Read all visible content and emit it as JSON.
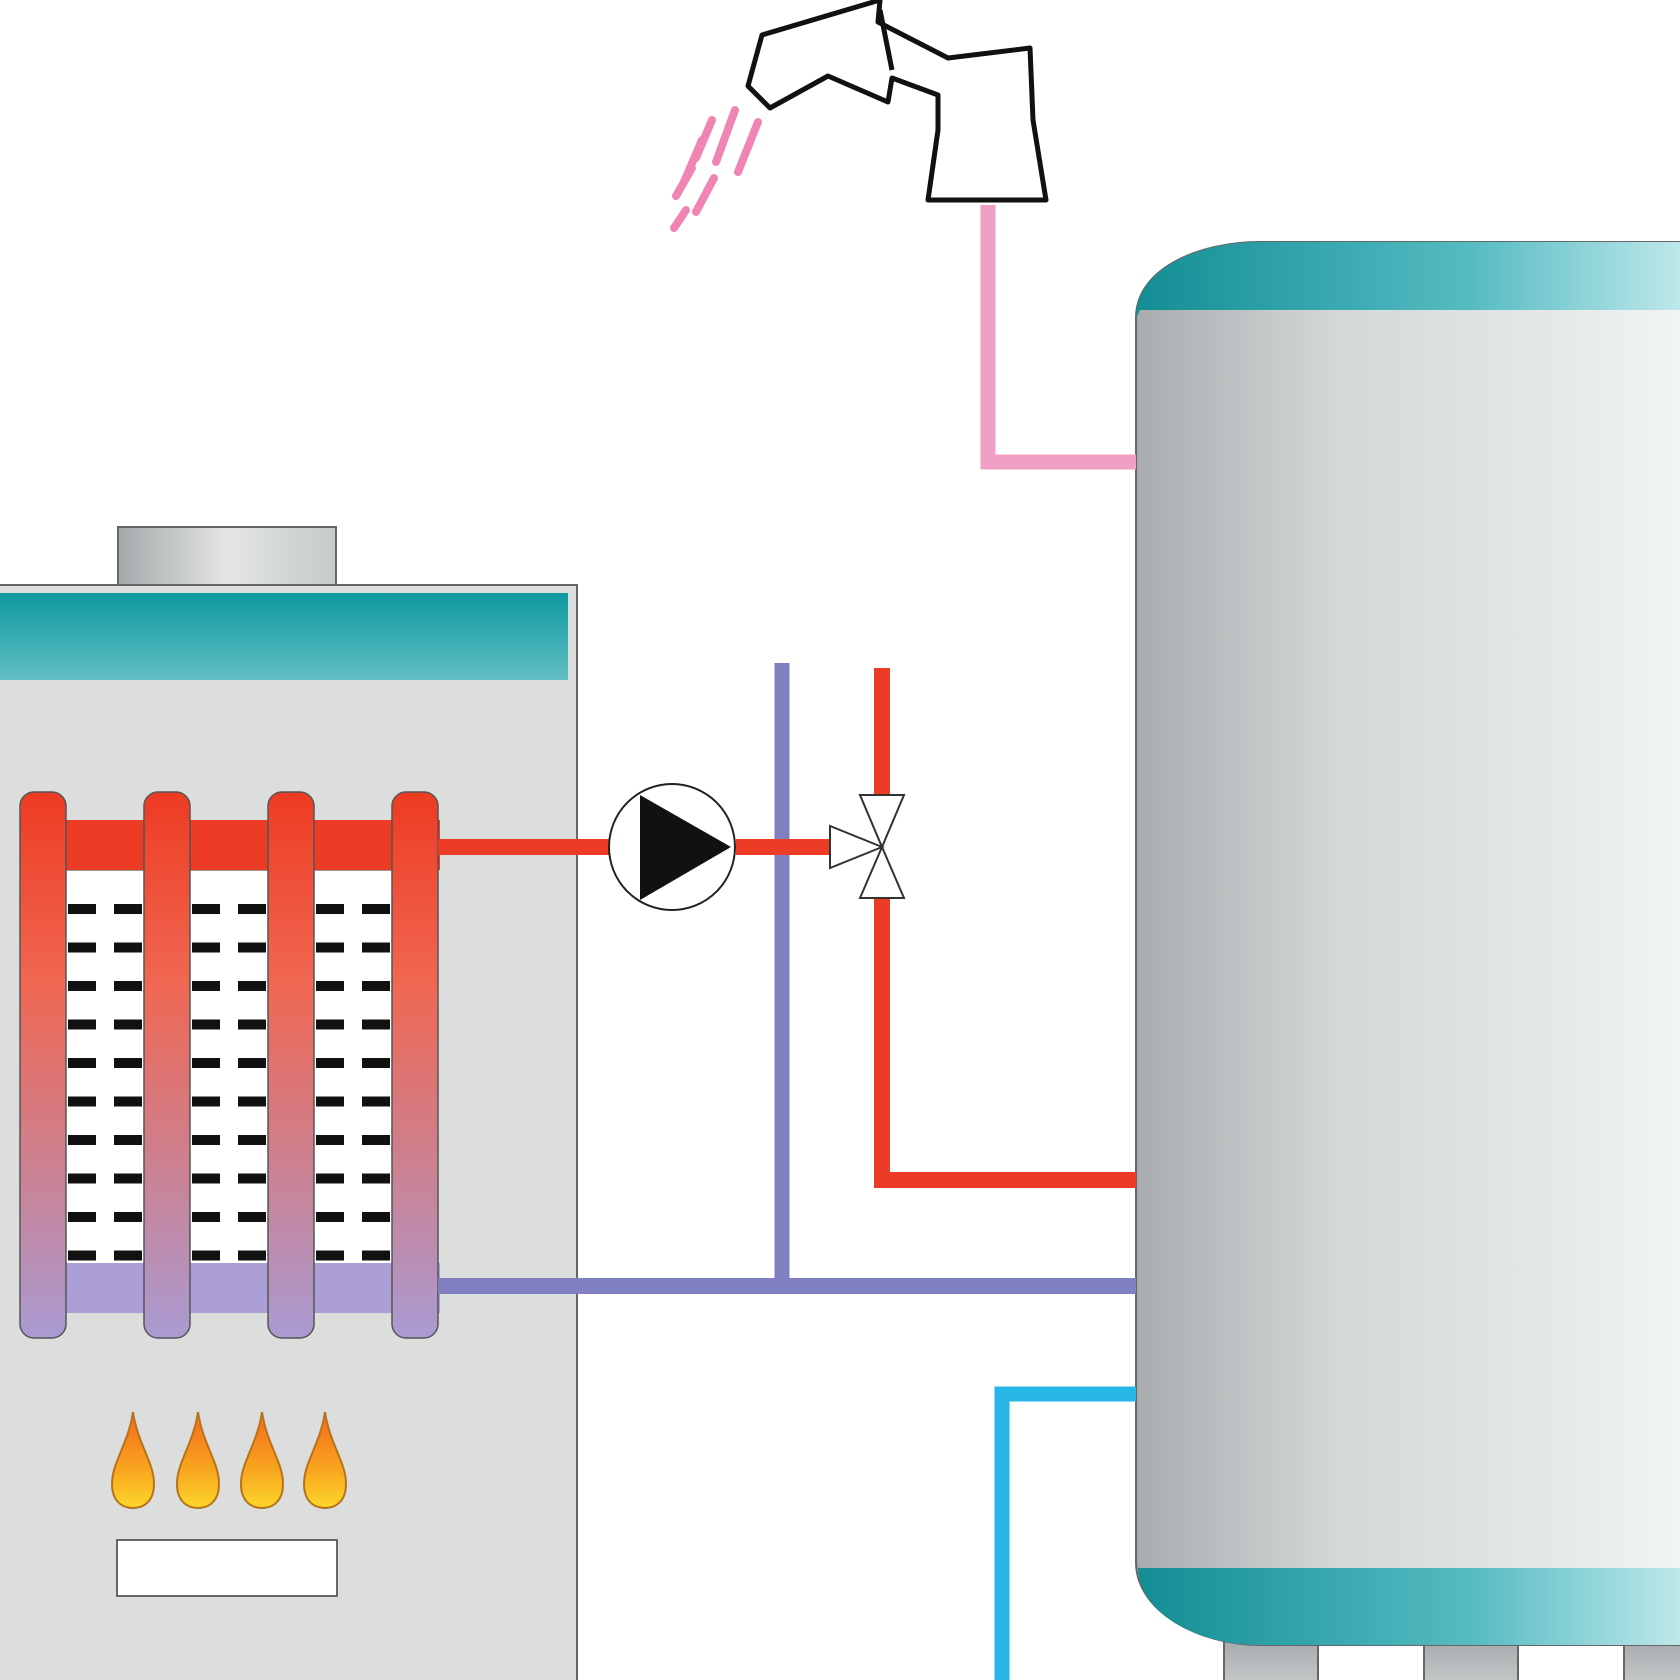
{
  "diagram": {
    "components": [
      {
        "id": "boiler",
        "kind": "boiler",
        "parts": [
          "flue-collar",
          "teal-top-band",
          "heat-exchanger",
          "gas-burner"
        ]
      },
      {
        "id": "pump",
        "kind": "circulation-pump"
      },
      {
        "id": "three-way-valve",
        "kind": "valve"
      },
      {
        "id": "storage-tank",
        "kind": "hot-water-cylinder"
      },
      {
        "id": "tap",
        "kind": "faucet"
      }
    ],
    "connections": [
      {
        "from": "boiler",
        "to": "pump",
        "line": "hot-flow"
      },
      {
        "from": "pump",
        "to": "three-way-valve",
        "line": "hot-flow"
      },
      {
        "from": "three-way-valve",
        "to": "storage-tank",
        "line": "hot-flow"
      },
      {
        "from": "storage-tank",
        "to": "boiler",
        "line": "return"
      },
      {
        "from": "storage-tank",
        "to": "tap",
        "line": "domestic-hot-water"
      },
      {
        "from": "cold-inlet",
        "to": "storage-tank",
        "line": "cold-supply"
      }
    ],
    "flames": 4,
    "colors": {
      "hot_flow": "#ec3c25",
      "return": "#8080c0",
      "domestic_hot": "#f0a0c4",
      "cold_supply": "#27b6e6",
      "teal": "#1c9ca2",
      "casing": "#dcdedd",
      "outline": "#111111"
    }
  }
}
